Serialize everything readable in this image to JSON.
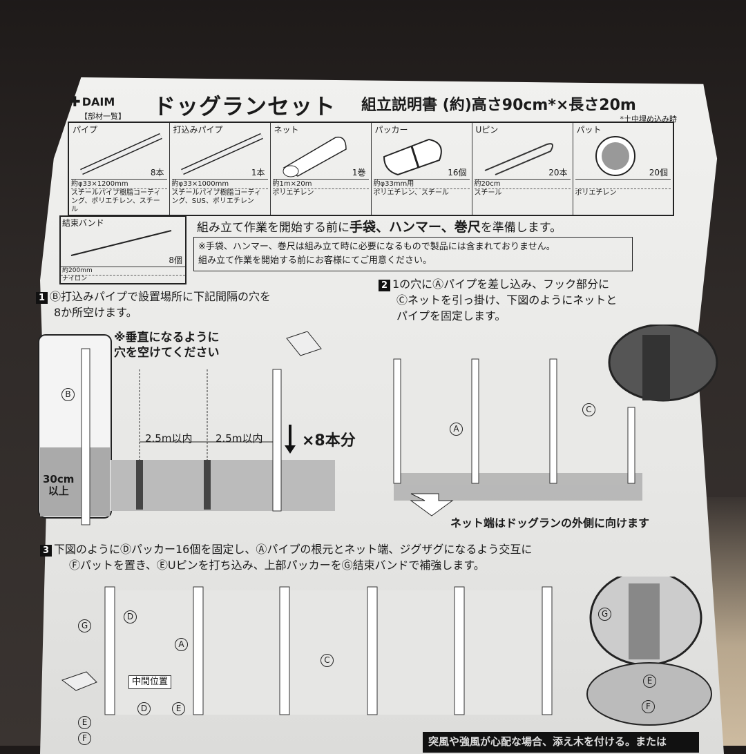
{
  "header": {
    "brand": "DAIM",
    "title": "ドッグランセット",
    "subtitle": "組立説明書 (約)高さ90cm*×長さ20m",
    "footnote": "*土中埋め込み時",
    "parts_heading": "【部材一覧】"
  },
  "parts": [
    {
      "mark": "A",
      "name": "パイプ",
      "qty": "8本",
      "dim": "約φ33×1200mm",
      "material": "スチールパイプ樹脂コーティング、ポリエチレン、スチール"
    },
    {
      "mark": "B",
      "name": "打込みパイプ",
      "qty": "1本",
      "dim": "約φ33×1000mm",
      "material": "スチールパイプ樹脂コーティング、SUS、ポリエチレン"
    },
    {
      "mark": "C",
      "name": "ネット",
      "qty": "1巻",
      "dim": "約1m×20m",
      "material": "ポリエチレン"
    },
    {
      "mark": "D",
      "name": "パッカー",
      "qty": "16個",
      "dim": "約φ33mm用",
      "material": "ポリエチレン、スチール"
    },
    {
      "mark": "E",
      "name": "Uピン",
      "qty": "20本",
      "dim": "約20cm",
      "material": "スチール"
    },
    {
      "mark": "F",
      "name": "パット",
      "qty": "20個",
      "dim": "",
      "material": "ポリエチレン"
    },
    {
      "mark": "G",
      "name": "結束バンド",
      "qty": "8個",
      "dim": "約200mm",
      "material": "ナイロン"
    }
  ],
  "prep": {
    "pre": "組み立て作業を開始する前に",
    "bold": "手袋、ハンマー、巻尺",
    "post": "を準備します。",
    "note1": "※手袋、ハンマー、巻尺は組み立て時に必要になるもので製品には含まれておりません。",
    "note2": "組み立て作業を開始する前にお客様にてご用意ください。"
  },
  "step1": {
    "num": "1",
    "line1": "Ⓑ打込みパイプで設置場所に下記間隔の穴を",
    "line2": "8か所空けます。",
    "callout": "※垂直になるように",
    "callout2": "穴を空けてください",
    "spacing1": "2.5m以内",
    "spacing2": "2.5m以内",
    "count": "×8本分",
    "depth": "30cm",
    "depth2": "以上",
    "label_b": "B"
  },
  "step2": {
    "num": "2",
    "line1": "1の穴にⒶパイプを差し込み、フック部分に",
    "line2": "Ⓒネットを引っ掛け、下図のようにネットと",
    "line3": "パイプを固定します。",
    "label_a": "A",
    "label_c": "C",
    "caption": "ネット端はドッグランの外側に向けます"
  },
  "step3": {
    "num": "3",
    "line1": "下図のようにⒹパッカー16個を固定し、Ⓐパイプの根元とネット端、ジグザグになるよう交互に",
    "line2": "Ⓕパットを置き、ⒺUピンを打ち込み、上部パッカーをⒼ結束バンドで補強します。",
    "mid": "中間位置",
    "labels": [
      "G",
      "D",
      "A",
      "C",
      "G",
      "E",
      "F",
      "D",
      "E",
      "E",
      "F"
    ]
  },
  "warning": "突風や強風が心配な場合、添え木を付ける。または"
}
